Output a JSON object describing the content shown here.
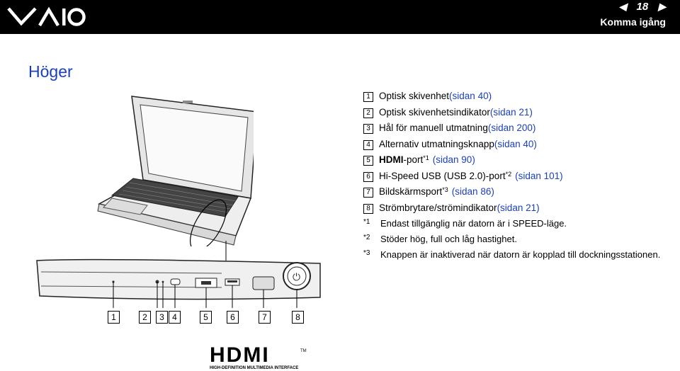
{
  "header": {
    "page_number": "18",
    "section_title": "Komma igång",
    "prev_icon": "prev-page-arrow-icon",
    "next_icon": "next-page-arrow-icon"
  },
  "heading": "Höger",
  "items": [
    {
      "num": "1",
      "text": "Optisk skivenhet ",
      "link": "(sidan 40)"
    },
    {
      "num": "2",
      "text": "Optisk skivenhetsindikator ",
      "link": "(sidan 21)"
    },
    {
      "num": "3",
      "text": "Hål för manuell utmatning ",
      "link": "(sidan 200)"
    },
    {
      "num": "4",
      "text": "Alternativ utmatningsknapp ",
      "link": "(sidan 40)"
    },
    {
      "num": "5",
      "bold": "HDMI",
      "text": "-port",
      "sup": "*1",
      "link": "(sidan 90)"
    },
    {
      "num": "6",
      "text": "Hi-Speed USB (USB 2.0)-port",
      "sup": "*2",
      "link": "(sidan 101)"
    },
    {
      "num": "7",
      "text": "Bildskärmsport",
      "sup": "*3",
      "link": "(sidan 86)"
    },
    {
      "num": "8",
      "text": "Strömbrytare/strömindikator ",
      "link": "(sidan 21)"
    }
  ],
  "footnotes": [
    {
      "mark": "*1",
      "text": "Endast tillgänglig när datorn är i SPEED-läge."
    },
    {
      "mark": "*2",
      "text": "Stöder hög, full och låg hastighet."
    },
    {
      "mark": "*3",
      "text": "Knappen är inaktiverad när datorn är kopplad till dockningsstationen."
    }
  ],
  "callouts": [
    "1",
    "2",
    "3",
    "4",
    "5",
    "6",
    "7",
    "8"
  ],
  "hdmi_logo": {
    "wordmark": "HDMI",
    "tm": "TM",
    "tagline": "HIGH-DEFINITION MULTIMEDIA INTERFACE"
  }
}
